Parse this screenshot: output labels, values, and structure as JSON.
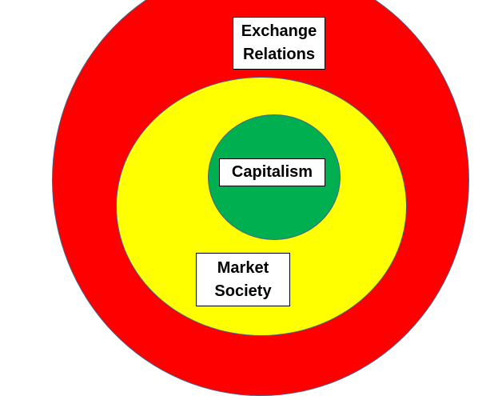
{
  "diagram": {
    "type": "nested-circles",
    "colors": {
      "outer": "#ff0000",
      "middle": "#ffff00",
      "inner": "#00b050",
      "ring_border": "#4a5f8a"
    },
    "layers": [
      {
        "level": "outer",
        "lines": [
          "Exchange",
          "Relations"
        ]
      },
      {
        "level": "middle",
        "lines": [
          "Market",
          "Society"
        ]
      },
      {
        "level": "inner",
        "lines": [
          "Capitalism"
        ]
      }
    ]
  }
}
